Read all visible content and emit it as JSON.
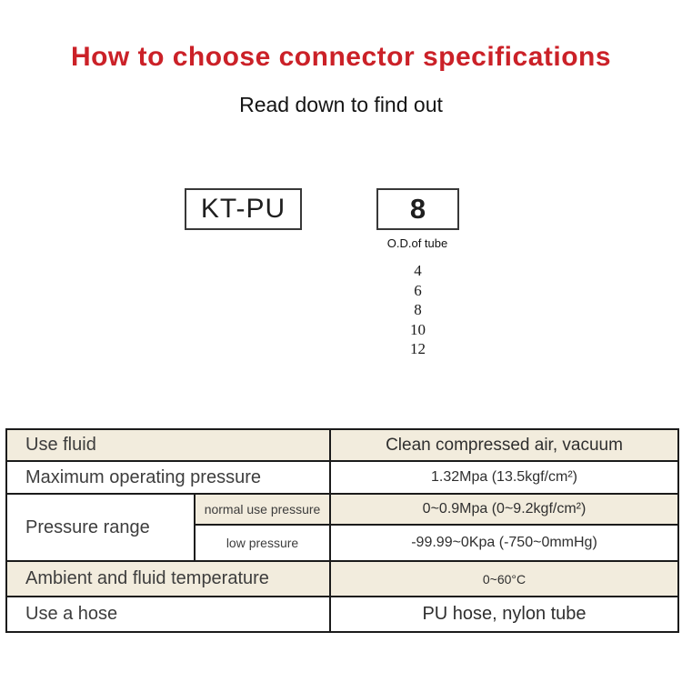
{
  "theme": {
    "accent_red": "#cb2128",
    "stripe_beige": "#f2ecdd",
    "border_black": "#1b1b1b"
  },
  "header": {
    "title": "How to choose connector specifications",
    "subtitle": "Read down to find out"
  },
  "selector": {
    "model_code": "KT-PU",
    "selected_size": "8",
    "size_caption": "O.D.of tube",
    "size_options": [
      "4",
      "6",
      "8",
      "10",
      "12"
    ]
  },
  "spec_table": {
    "rows": [
      {
        "label": "Use fluid",
        "value": "Clean compressed air, vacuum"
      },
      {
        "label": "Maximum operating pressure",
        "value": "1.32Mpa  (13.5kgf/cm²)"
      },
      {
        "label": "Pressure range",
        "sub": [
          {
            "label": "normal use pressure",
            "value": "0~0.9Mpa  (0~9.2kgf/cm²)"
          },
          {
            "label": "low pressure",
            "value": "-99.99~0Kpa  (-750~0mmHg)"
          }
        ]
      },
      {
        "label": "Ambient and fluid temperature",
        "value": "0~60°C"
      },
      {
        "label": "Use a hose",
        "value": "PU hose, nylon tube"
      }
    ]
  }
}
